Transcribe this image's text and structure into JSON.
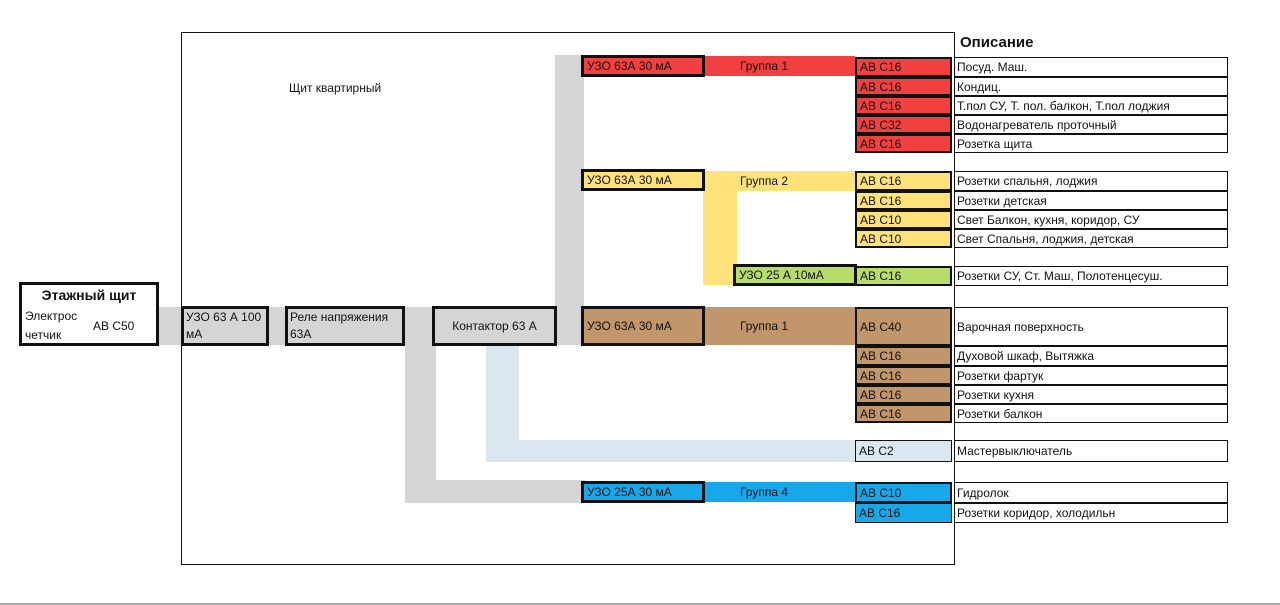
{
  "panel": {
    "title": "Щит квартирный"
  },
  "description_header": "Описание",
  "floor_panel": {
    "title": "Этажный щит",
    "meter_label": "Электрос четчик",
    "breaker": "АВ С50"
  },
  "main_chain": {
    "rcd": "УЗО 63 А 100 мА",
    "voltage_relay": "Реле напряжения 63А",
    "contactor": "Контактор 63 А"
  },
  "groups": [
    {
      "rcd": "УЗО 63А 30 мА",
      "label": "Группа 1",
      "color": "#f04040"
    },
    {
      "rcd": "УЗО 63А 30 мА",
      "label": "Группа 2",
      "color": "#ffe27a"
    },
    {
      "rcd": "УЗО 25 А 10мА",
      "label": "",
      "color": "#b7dc6a"
    },
    {
      "rcd": "УЗО 63А 30 мА",
      "label": "Группа 1",
      "color": "#c0966a"
    },
    {
      "rcd": "УЗО 25А 30 мА",
      "label": "Группа 4",
      "color": "#16a8e8"
    }
  ],
  "circuits": [
    {
      "breaker": "АВ С16",
      "desc": "Посуд. Маш.",
      "color": "#f04040"
    },
    {
      "breaker": "АВ С16",
      "desc": "Кондиц.",
      "color": "#f04040"
    },
    {
      "breaker": "АВ С16",
      "desc": "Т.пол СУ, Т. пол. балкон, Т.пол лоджия",
      "color": "#f04040"
    },
    {
      "breaker": "АВ С32",
      "desc": "Водонагреватель проточный",
      "color": "#f04040"
    },
    {
      "breaker": "АВ С16",
      "desc": "Розетка щита",
      "color": "#f04040"
    },
    {
      "breaker": "АВ С16",
      "desc": "Розетки спальня, лоджия",
      "color": "#ffe27a"
    },
    {
      "breaker": "АВ С16",
      "desc": "Розетки детская",
      "color": "#ffe27a"
    },
    {
      "breaker": "АВ С10",
      "desc": "Свет Балкон, кухня, коридор, СУ",
      "color": "#ffe27a"
    },
    {
      "breaker": "АВ С10",
      "desc": "Свет Спальня, лоджия, детская",
      "color": "#ffe27a"
    },
    {
      "breaker": "АВ С16",
      "desc": "Розетки СУ, Ст. Маш, Полотенцесуш.",
      "color": "#b7dc6a"
    },
    {
      "breaker": "АВ С40",
      "desc": "Варочная поверхность",
      "color": "#c0966a"
    },
    {
      "breaker": "АВ С16",
      "desc": "Духовой шкаф, Вытяжка",
      "color": "#c0966a"
    },
    {
      "breaker": "АВ С16",
      "desc": "Розетки фартук",
      "color": "#c0966a"
    },
    {
      "breaker": "АВ С16",
      "desc": "Розетки кухня",
      "color": "#c0966a"
    },
    {
      "breaker": "АВ С16",
      "desc": "Розетки балкон",
      "color": "#c0966a"
    },
    {
      "breaker": "АВ С2",
      "desc": "Мастервыключатель",
      "color": "#dce6ef"
    },
    {
      "breaker": "АВ С10",
      "desc": "Гидролок",
      "color": "#16a8e8"
    },
    {
      "breaker": "АВ С16",
      "desc": "Розетки коридор, холодильн",
      "color": "#16a8e8"
    }
  ]
}
